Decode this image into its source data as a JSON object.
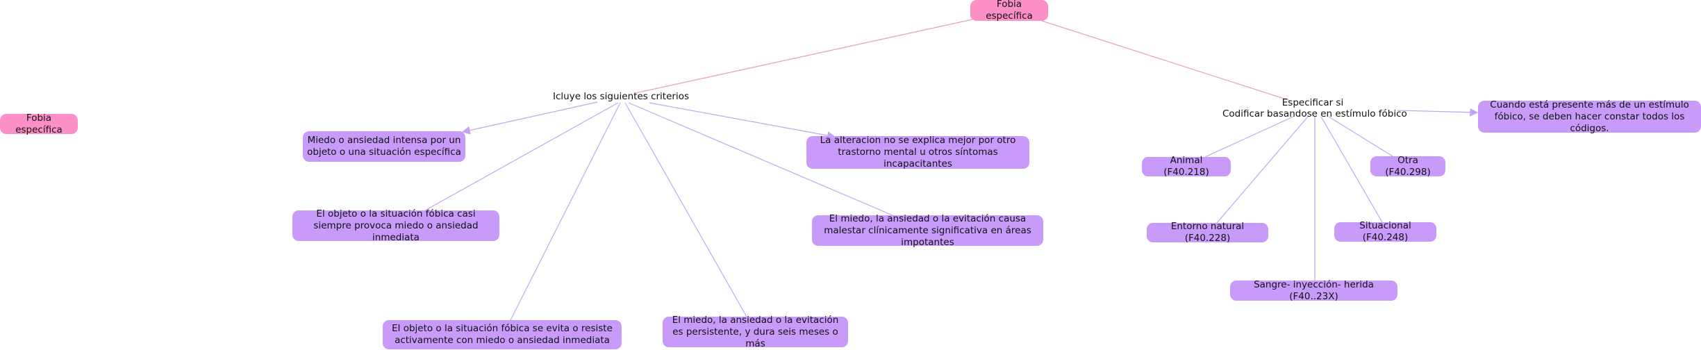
{
  "colors": {
    "root": "#fd8fc7",
    "concept": "#c89afa",
    "root_link": "#e8a3c9",
    "concept_link": "#c4a4f2"
  },
  "root": {
    "label": "Fobia específica"
  },
  "side_root": {
    "label": "Fobia específica"
  },
  "criteria": {
    "linking_phrase": "Icluye  los  siguientes  criterios",
    "items": [
      "Miedo o  ansiedad  intensa  por  un  objeto o una  situación específica",
      "La  alteracion no se  explica  mejor  por  otro trastorno mental u otros síntomas  incapacitantes",
      "El  objeto  o  la  situación  fóbica casi siempre provoca miedo o ansiedad inmediata",
      "El miedo, la  ansiedad o la evitación causa  malestar clínicamente significativa en áreas  impotantes",
      "El  objeto  o  la  situación  fóbica  se  evita  o resiste activamente  con miedo o ansiedad inmediata",
      "El miedo, la  ansiedad  o la  evitación es persistente, y dura  seis meses o más"
    ]
  },
  "specifiers": {
    "linking_line1": "Especificar si",
    "linking_line2": "Codificar basandose en  estímulo fóbico",
    "note": "Cuando está presente  más de un estímulo fóbico, se deben hacer constar todos los códigos.",
    "items": [
      "Animal (F40.218)",
      "Otra (F40.298)",
      "Entorno natural (F40.228)",
      "Situacional (F40.248)",
      "Sangre- inyección- herida (F40..23X)"
    ]
  }
}
